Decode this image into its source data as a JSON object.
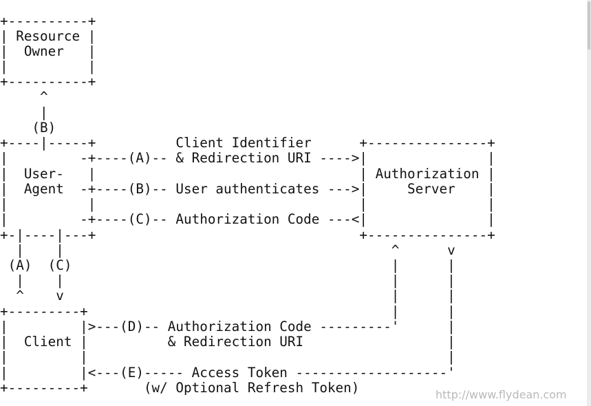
{
  "diagram": {
    "lines": [
      "+----------+",
      "| Resource |",
      "|  Owner   |",
      "|          |",
      "+----------+",
      "     ^",
      "     |",
      "    (B)",
      "+----|-----+          Client Identifier      +---------------+",
      "|         -+----(A)-- & Redirection URI ---->|               |",
      "|  User-   |                                 | Authorization |",
      "|  Agent  -+----(B)-- User authenticates --->|     Server    |",
      "|          |                                 |               |",
      "|         -+----(C)-- Authorization Code ---<|               |",
      "+-|----|---+                                 +---------------+",
      "  |    |                                         ^      v",
      " (A)  (C)                                        |      |",
      "  |    |                                         |      |",
      "  ^    v                                         |      |",
      "+---------+                                      |      |",
      "|         |>---(D)-- Authorization Code ---------'      |",
      "|  Client |          & Redirection URI                  |",
      "|         |                                             |",
      "|         |<---(E)----- Access Token -------------------'",
      "+---------+       (w/ Optional Refresh Token)"
    ]
  },
  "watermark": "http://www.flydean.com"
}
